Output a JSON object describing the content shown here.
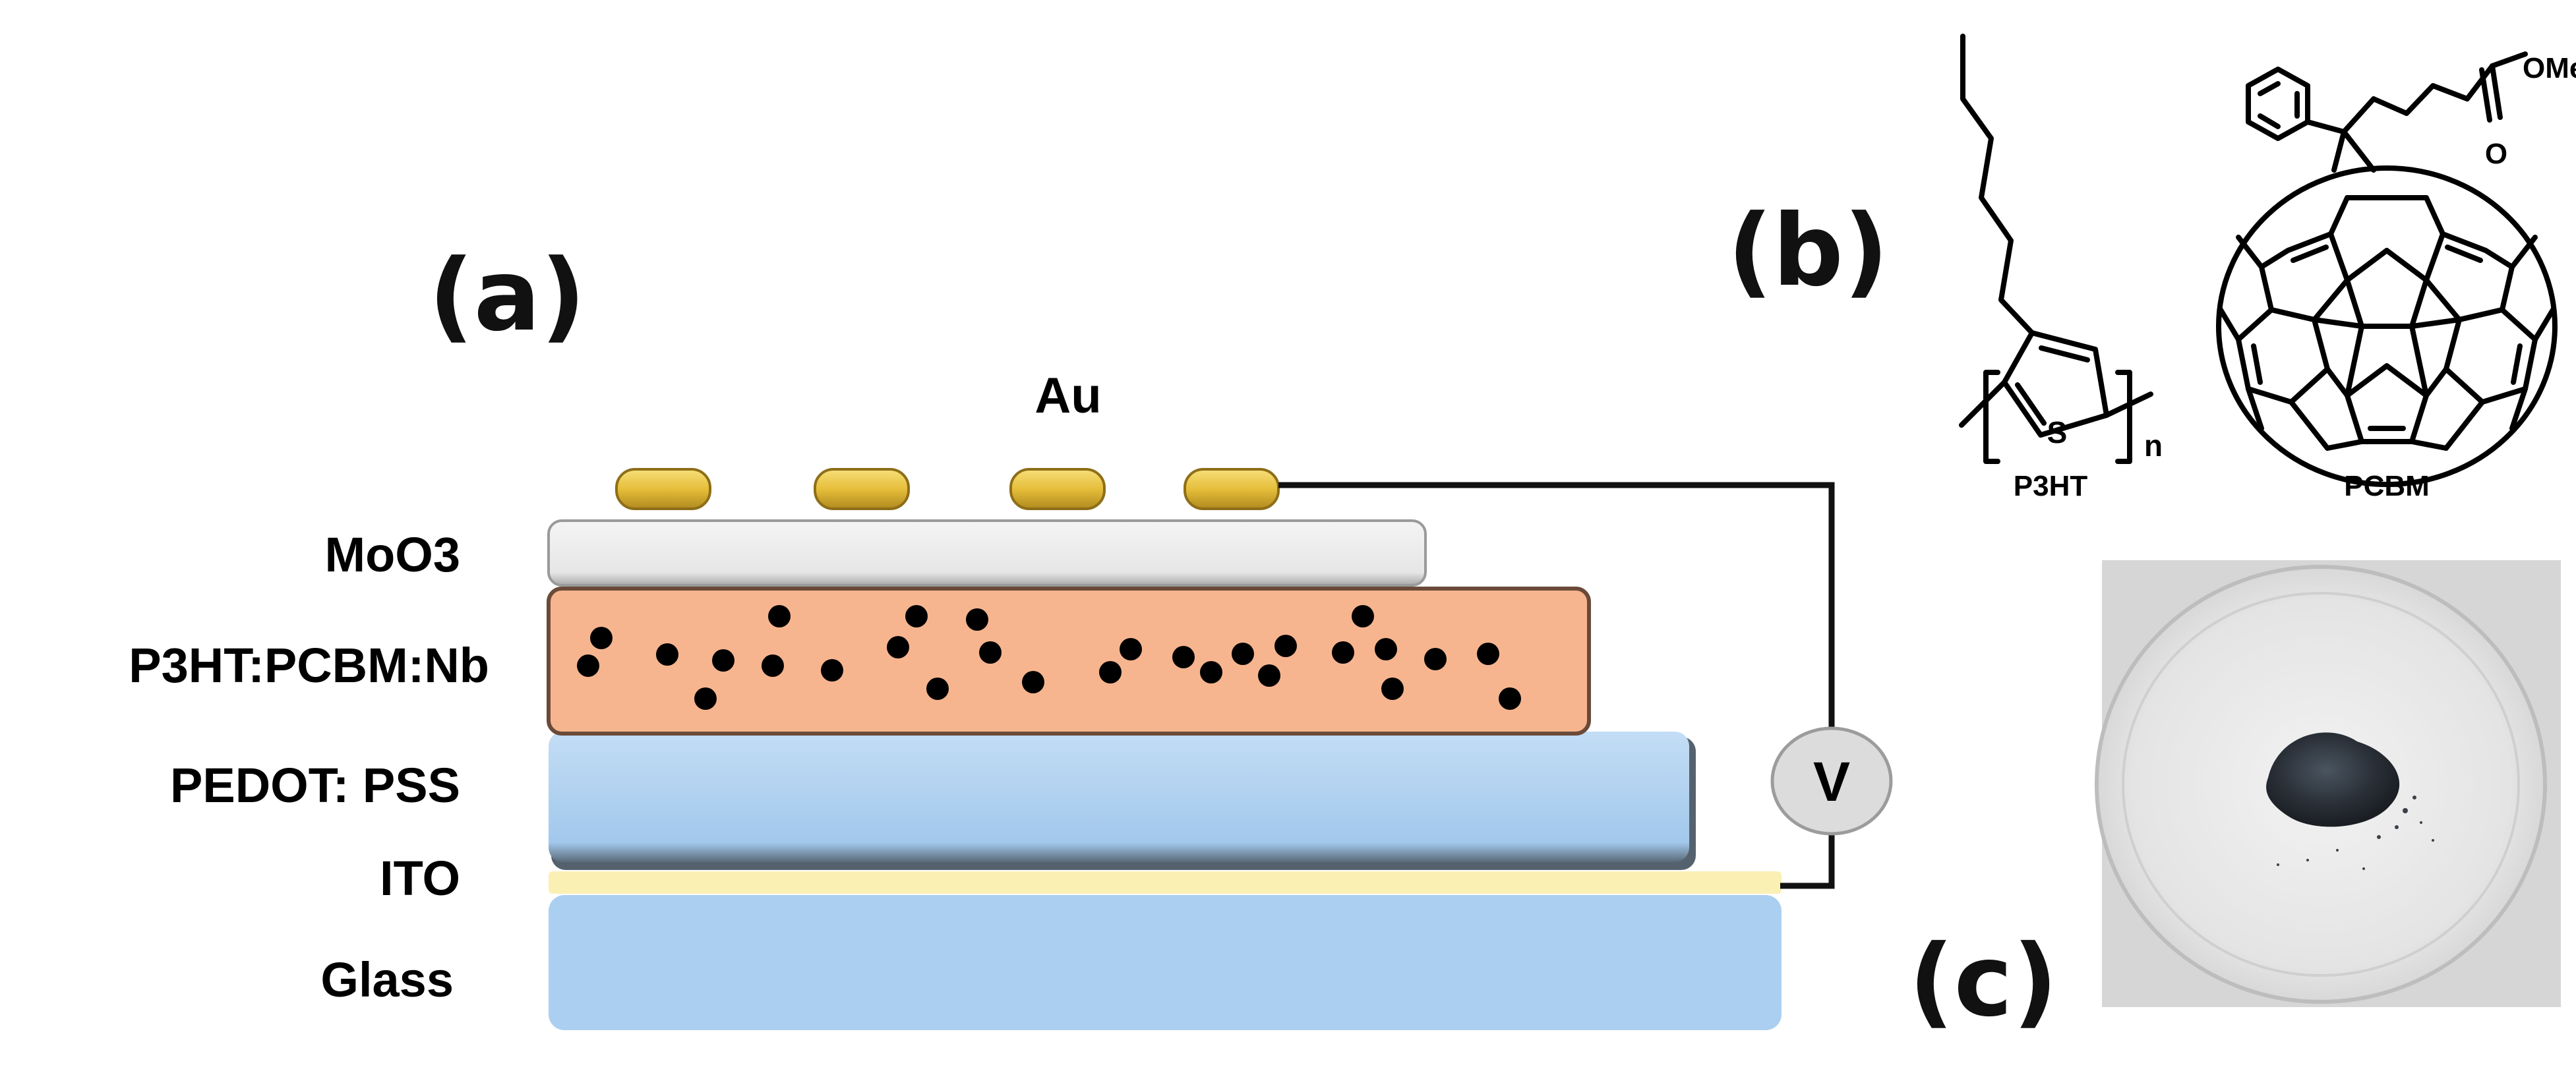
{
  "panels": {
    "a": "(a)",
    "b": "(b)",
    "c": "(c)"
  },
  "device": {
    "electrode_label": "Au",
    "layers": [
      "MoO3",
      "P3HT:PCBM:Nb",
      "PEDOT: PSS",
      "ITO",
      "Glass"
    ],
    "meter_label": "V"
  },
  "molecules": {
    "p3ht": {
      "name": "P3HT",
      "hetero_atom": "S",
      "repeat": "n"
    },
    "pcbm": {
      "name": "PCBM",
      "ester": "OMe",
      "carbonyl": "O"
    }
  },
  "colors": {
    "gold": "#E6BE3A",
    "moo3": "#E9E9E9",
    "active": "#F6B58F",
    "pedot": "#A8CDEF",
    "ito": "#FBF0B4",
    "glass": "#ABCFF1",
    "meter": "#DCDCDC"
  }
}
